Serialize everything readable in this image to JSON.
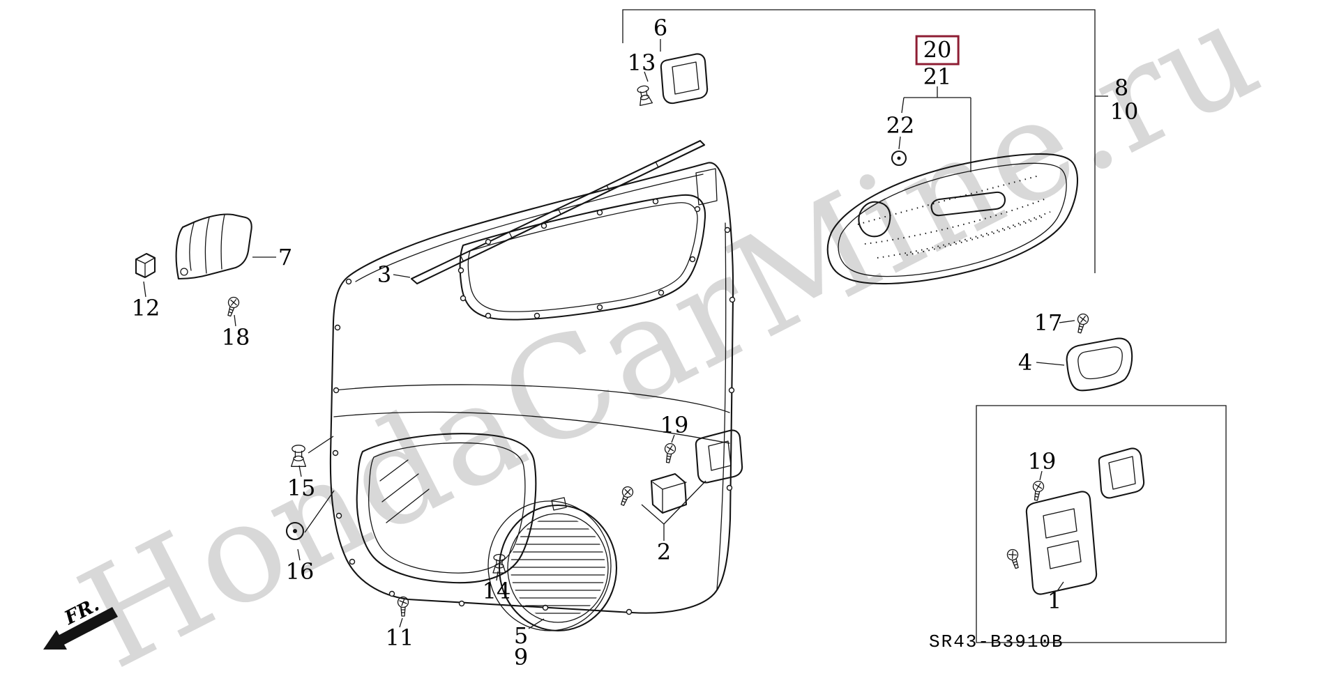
{
  "watermark": {
    "text": "HondaCarMine.ru"
  },
  "diagram": {
    "code": "SR43-B3910B",
    "fr_label": "FR.",
    "highlight_color": "#8e1d33",
    "line_color": "#141414",
    "description": "Front door lining exploded parts diagram"
  },
  "labels": {
    "n6": "6",
    "n13": "13",
    "n20": "20",
    "n21": "21",
    "n22": "22",
    "n8": "8",
    "n10": "10",
    "n7": "7",
    "n12": "12",
    "n18": "18",
    "n3": "3",
    "n15": "15",
    "n16": "16",
    "n17": "17",
    "n4": "4",
    "n19a": "19",
    "n2": "2",
    "n14": "14",
    "n5": "5",
    "n9": "9",
    "n11": "11",
    "n19b": "19",
    "n1": "1"
  }
}
